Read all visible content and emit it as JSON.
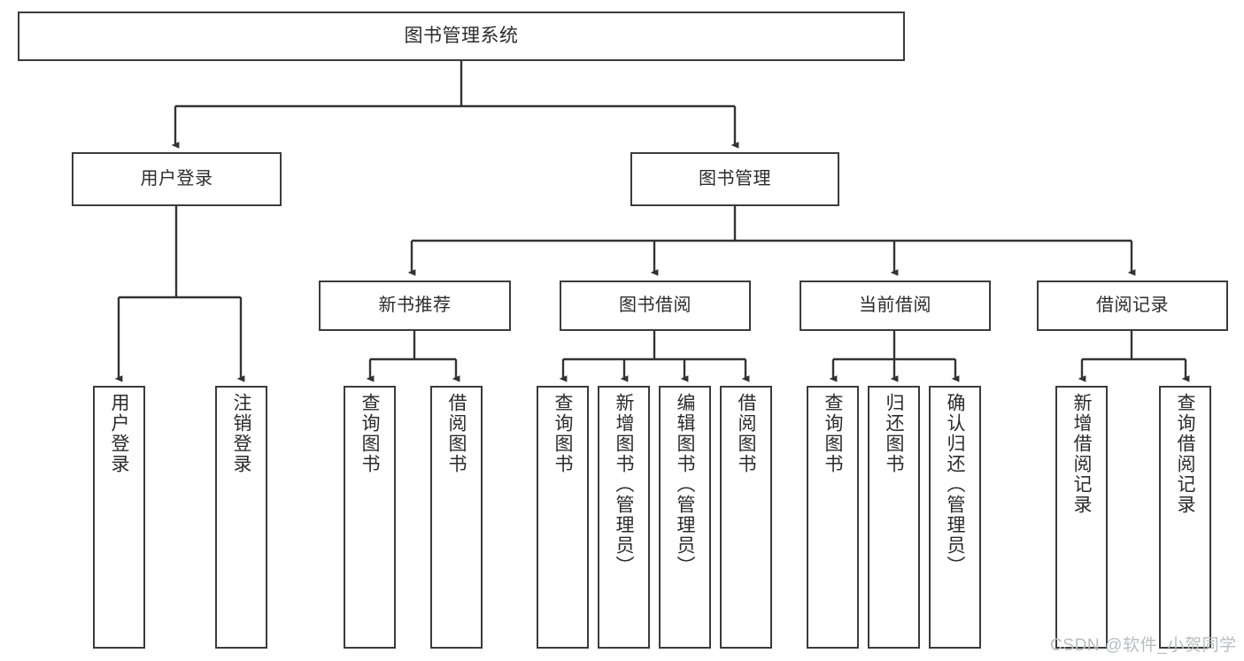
{
  "diagram": {
    "title": "图书管理系统",
    "type": "hierarchy-tree",
    "colors": {
      "node_border": "#3b3b3b",
      "node_fill": "#ffffff",
      "edge": "#333333",
      "text": "#2b2b2b",
      "watermark": "#b9bcc2",
      "background": "#ffffff"
    },
    "watermark": "CSDN @软件_小贺同学",
    "nodes": {
      "root": {
        "label": "图书管理系统"
      },
      "level1": [
        {
          "id": "user-login",
          "label": "用户登录"
        },
        {
          "id": "book-manage",
          "label": "图书管理"
        }
      ],
      "level2": [
        {
          "id": "new-book-recommend",
          "label": "新书推荐"
        },
        {
          "id": "book-borrow",
          "label": "图书借阅"
        },
        {
          "id": "current-borrow",
          "label": "当前借阅"
        },
        {
          "id": "borrow-record",
          "label": "借阅记录"
        }
      ],
      "leaves": {
        "user-login": [
          {
            "id": "leaf-user-login",
            "label": "用户登录"
          },
          {
            "id": "leaf-user-logout",
            "label": "注销登录"
          }
        ],
        "new-book-recommend": [
          {
            "id": "leaf-query-book-1",
            "label": "查询图书"
          },
          {
            "id": "leaf-borrow-book-1",
            "label": "借阅图书"
          }
        ],
        "book-borrow": [
          {
            "id": "leaf-query-book-2",
            "label": "查询图书"
          },
          {
            "id": "leaf-add-book",
            "label": "新增图书（管理员）"
          },
          {
            "id": "leaf-edit-book",
            "label": "编辑图书（管理员）"
          },
          {
            "id": "leaf-borrow-book-2",
            "label": "借阅图书"
          }
        ],
        "current-borrow": [
          {
            "id": "leaf-query-book-3",
            "label": "查询图书"
          },
          {
            "id": "leaf-return-book",
            "label": "归还图书"
          },
          {
            "id": "leaf-confirm-return",
            "label": "确认归还（管理员）"
          }
        ],
        "borrow-record": [
          {
            "id": "leaf-add-record",
            "label": "新增借阅记录"
          },
          {
            "id": "leaf-query-record",
            "label": "查询借阅记录"
          }
        ]
      }
    }
  }
}
